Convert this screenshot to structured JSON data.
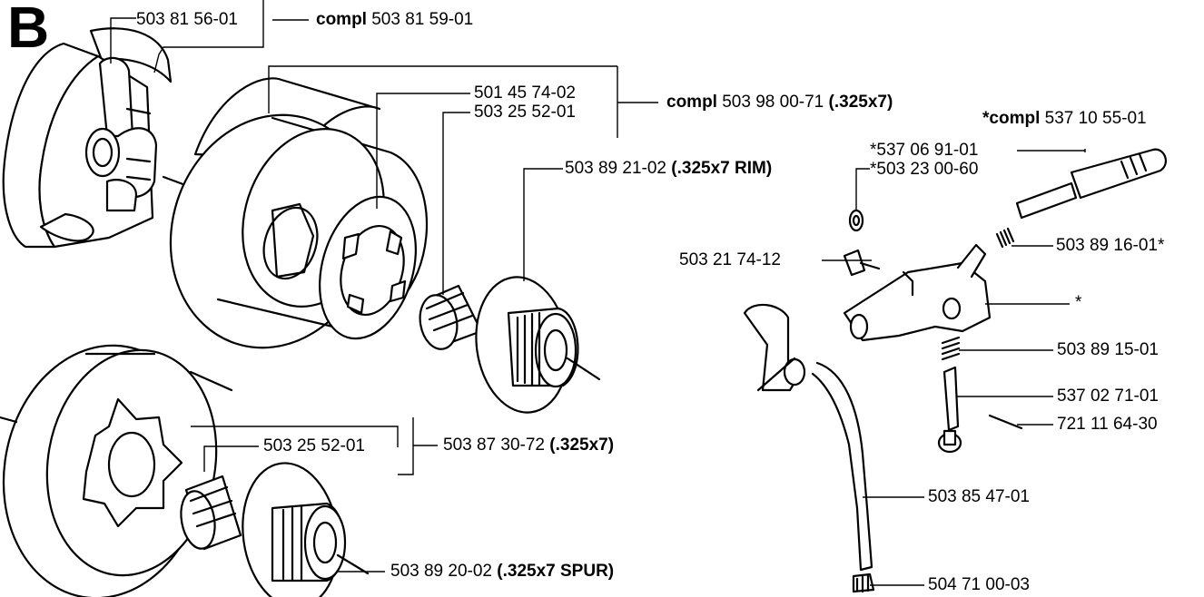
{
  "section_letter": "B",
  "labels": {
    "cs_shoes": "503 81 56-01",
    "cs_compl_prefix": "compl",
    "cs_compl_num": "503 81 59-01",
    "rim_p1": "501 45 74-02",
    "rim_p2": "503 25 52-01",
    "rim_compl_prefix": "compl",
    "rim_compl_num": "503 98 00-71",
    "rim_compl_spec": "(.325x7)",
    "rim_washer_num": "503 89 21-02",
    "rim_washer_spec": "(.325x7 RIM)",
    "spur_bearing": "503 25 52-01",
    "spur_drum_num": "503 87 30-72",
    "spur_drum_spec": "(.325x7)",
    "spur_washer_num": "503 89 20-02",
    "spur_washer_spec": "(.325x7 SPUR)",
    "oil_compl_prefix": "*compl",
    "oil_compl_num": "537 10 55-01",
    "oil_p1": "*537 06 91-01",
    "oil_p2": "*503 23 00-60",
    "oil_screw": "503 21 74-12",
    "oil_spring1": "503 89 16-01*",
    "oil_housing": "*",
    "oil_spring2": "503 89 15-01",
    "oil_pin": "537 02 71-01",
    "oil_pin2": "721 11 64-30",
    "oil_hose": "503 85 47-01",
    "oil_filter": "504 71 00-03"
  }
}
